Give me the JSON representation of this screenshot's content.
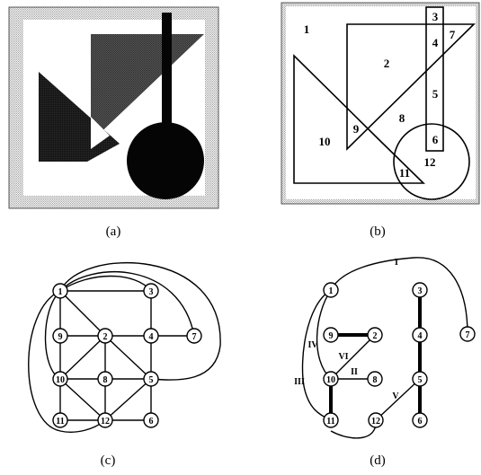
{
  "panels": {
    "a": {
      "caption": "(a)"
    },
    "b": {
      "caption": "(b)",
      "regions": [
        "1",
        "2",
        "3",
        "4",
        "5",
        "6",
        "7",
        "8",
        "9",
        "10",
        "11",
        "12"
      ]
    },
    "c": {
      "caption": "(c)",
      "nodes": [
        "1",
        "2",
        "3",
        "4",
        "5",
        "6",
        "7",
        "8",
        "9",
        "10",
        "11",
        "12"
      ]
    },
    "d": {
      "caption": "(d)",
      "nodes": [
        "1",
        "2",
        "3",
        "4",
        "5",
        "6",
        "7",
        "8",
        "9",
        "10",
        "11",
        "12"
      ],
      "edge_labels": [
        "I",
        "II",
        "III",
        "IV",
        "V",
        "VI"
      ]
    }
  },
  "colors": {
    "stroke": "#000000",
    "background": "#ffffff"
  }
}
